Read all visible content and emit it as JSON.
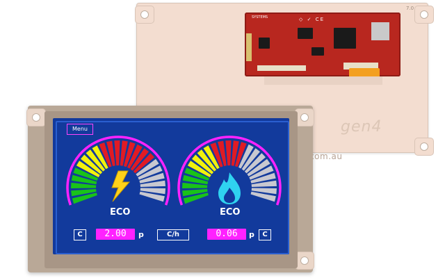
{
  "back_module": {
    "brand": "gen4",
    "website": "s.com.au",
    "pcb_brand": "SYSTEMS",
    "pcb_marks": "◇ ✓ CE",
    "revision": "7.0"
  },
  "screen": {
    "menu_label": "Menu",
    "left_gauge": {
      "icon": "lightning-bolt-icon",
      "label": "ECO",
      "unit": "C",
      "value": "2.00",
      "currency": "p"
    },
    "right_gauge": {
      "icon": "gas-flame-icon",
      "label": "ECO",
      "rate_unit": "C/h",
      "value": "0.06",
      "currency": "p",
      "unit": "C"
    }
  },
  "colors": {
    "screen_bg": "#123a9c",
    "gauge_ring": "#ff22ff",
    "green": "#19c319",
    "yellow": "#f2f20c",
    "red": "#e01b24",
    "grey": "#c8c8d0",
    "value_bg": "#ff22ff"
  }
}
